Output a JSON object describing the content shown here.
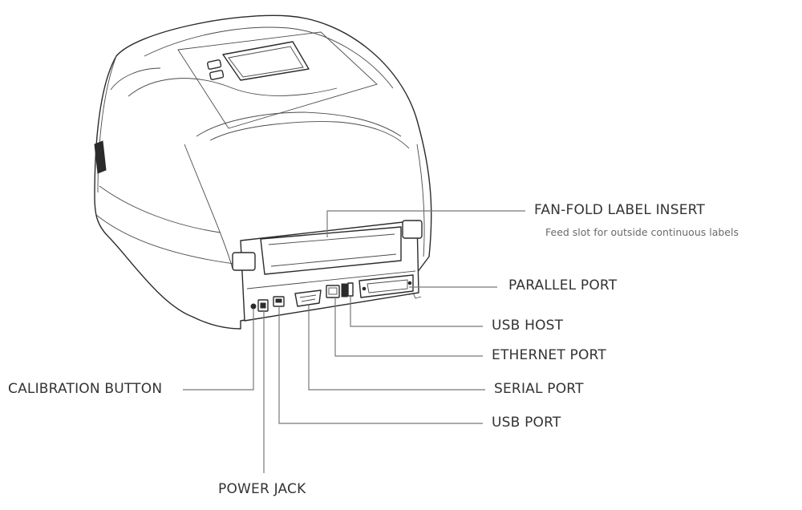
{
  "labels": {
    "fan_fold": "FAN-FOLD LABEL INSERT",
    "fan_fold_sub": "Feed slot for outside continuous labels",
    "parallel": "PARALLEL PORT",
    "usb_host": "USB HOST",
    "ethernet": "ETHERNET PORT",
    "serial": "SERIAL PORT",
    "usb_port": "USB PORT",
    "calibration": "CALIBRATION BUTTON",
    "power": "POWER JACK"
  }
}
